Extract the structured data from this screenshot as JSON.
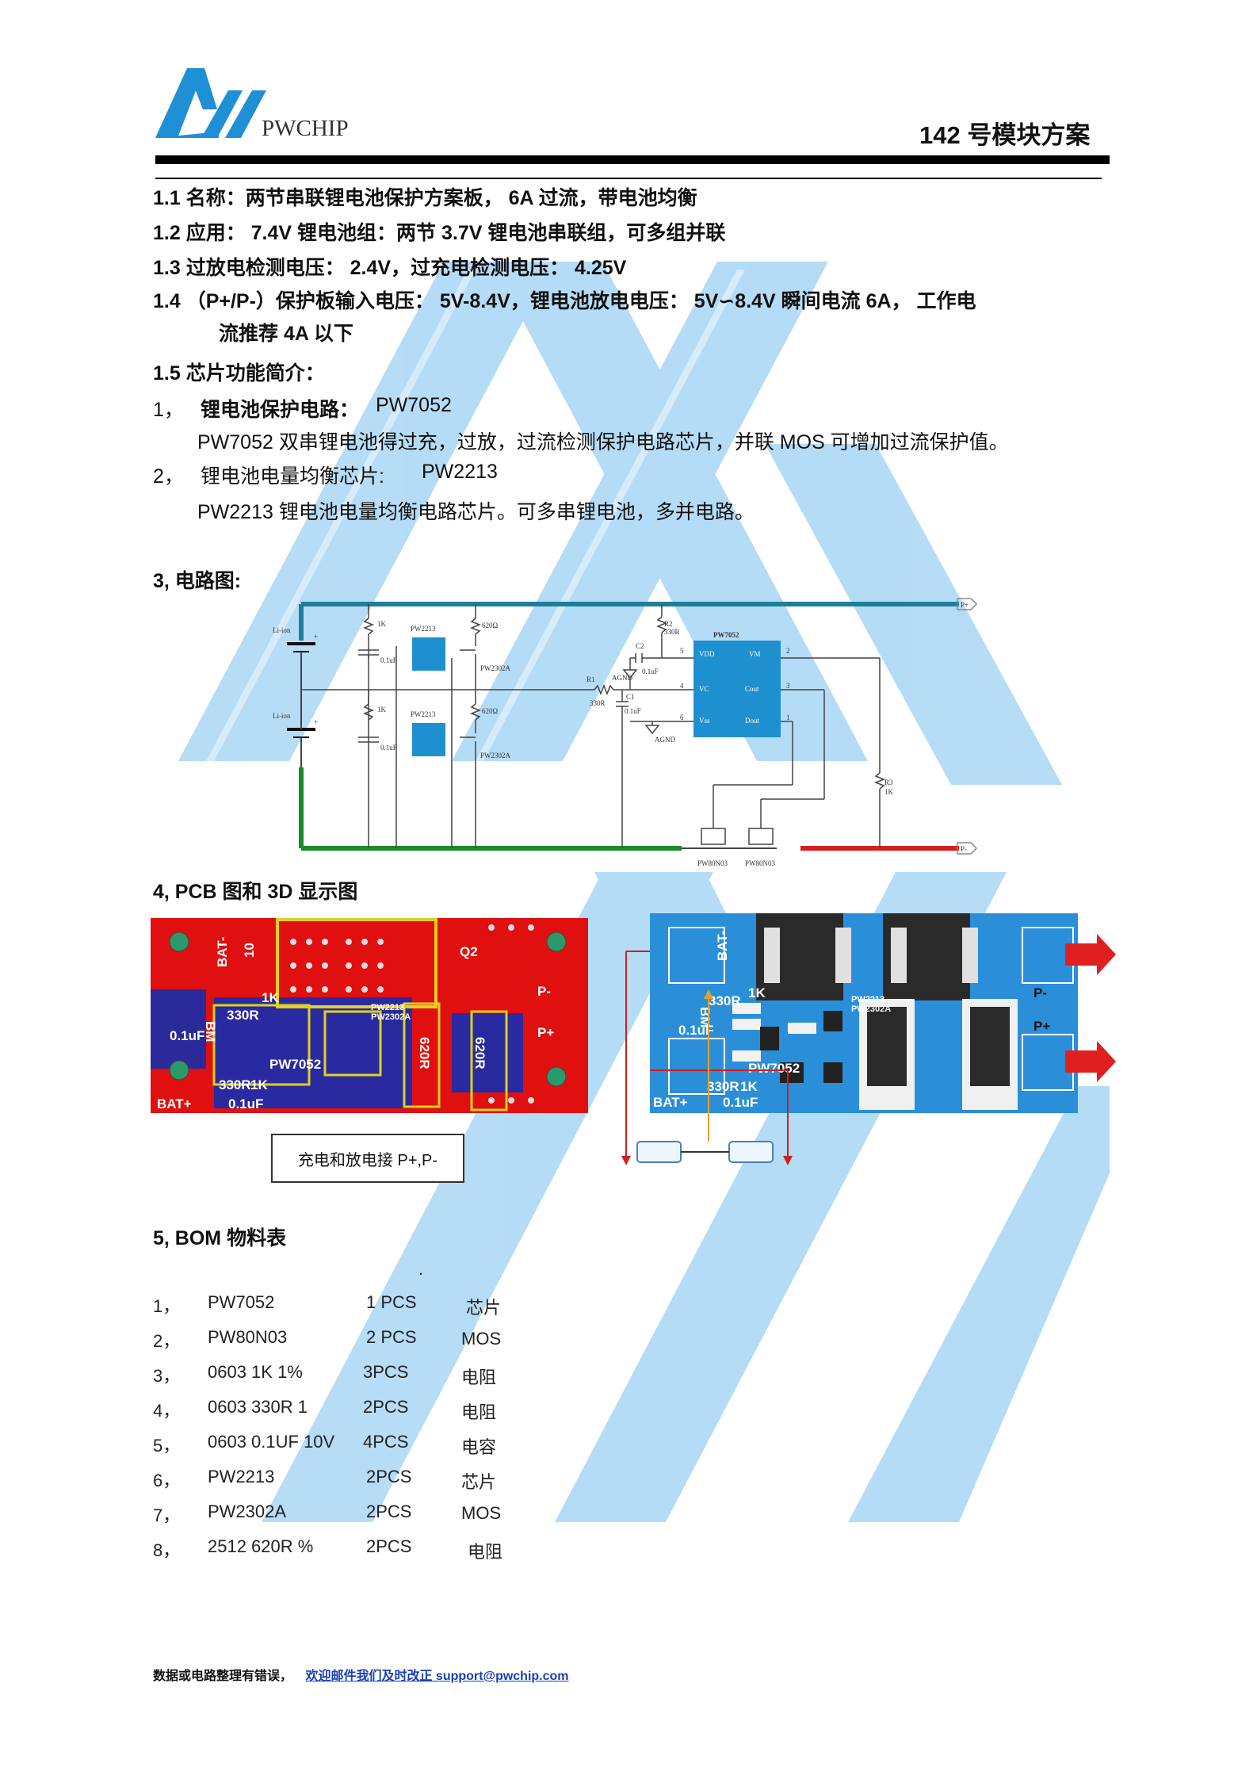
{
  "header": {
    "logo_text": "PWCHIP",
    "doc_title": "142 号模块方案"
  },
  "sections": {
    "s1_1": "1.1  名称：两节串联锂电池保护方案板，  6A 过流，带电池均衡",
    "s1_2": "1.2  应用：  7.4V 锂电池组：两节 3.7V 锂电池串联组，可多组并联",
    "s1_3": "1.3  过放电检测电压：  2.4V，过充电检测电压：  4.25V",
    "s1_4a": "1.4  （P+/P-）保护板输入电压：  5V-8.4V，锂电池放电电压：  5V∽8.4V  瞬间电流 6A，   工作电",
    "s1_4b": "流推荐 4A 以下",
    "s1_5": "1.5 芯片功能简介：",
    "chip1_num": "1，",
    "chip1_label": "锂电池保护电路：",
    "chip1_part": "PW7052",
    "chip1_desc": "PW7052 双串锂电池得过充，过放，过流检测保护电路芯片，并联 MOS 可增加过流保护值。",
    "chip2_num": "2，",
    "chip2_label": "锂电池电量均衡芯片:",
    "chip2_part": "PW2213",
    "chip2_desc": "PW2213 锂电池电量均衡电路芯片。可多串锂电池，多并电路。",
    "s3": "3,    电路图:",
    "s4": "4,    PCB 图和 3D 显示图",
    "s5": "5,    BOM 物料表"
  },
  "schematic": {
    "labels": {
      "pplus": "P+",
      "pminus": "P-",
      "liion1": "Li-ion",
      "liion2": "Li-ion",
      "r_1k_a": "1K",
      "r_1k_b": "1K",
      "pw2213_a": "PW2213",
      "pw2213_b": "PW2213",
      "r620_a": "620Ω",
      "r620_b": "620Ω",
      "cap01_a": "0.1uF",
      "cap01_b": "0.1uF",
      "pw2302a_a": "PW2302A",
      "pw2302a_b": "PW2302A",
      "r2": "R2",
      "r2v": "330R",
      "c2": "C2",
      "c2v": "0.1uF",
      "r1": "R1",
      "r1v": "330R",
      "c1": "C1",
      "c1v": "0.1uF",
      "agnd1": "AGND",
      "agnd2": "AGND",
      "pw7052": "PW7052",
      "vdd": "VDD",
      "vm": "VM",
      "vc": "VC",
      "cout": "Cout",
      "vss": "Vss",
      "dout": "Dout",
      "r3": "R3",
      "r3v": "1K",
      "pw80n03_a": "PW80N03",
      "pw80n03_b": "PW80N03",
      "pin5": "5",
      "pin4": "4",
      "pin6": "6",
      "pin2": "2",
      "pin3": "3",
      "pin1": "1",
      "plus1": "+",
      "plus2": "+"
    }
  },
  "pcb": {
    "left_labels": [
      "BAT-",
      "330R",
      "1K",
      "BM",
      "0.1uF",
      "PW7052",
      "330R",
      "1K",
      "BAT+",
      "0.1uF",
      "PW2213",
      "PW2302A",
      "Q2",
      "P-",
      "P+",
      "620R",
      "620R",
      "10"
    ],
    "right_labels": [
      "BAT-",
      "BM",
      "330R",
      "1K",
      "PW2213",
      "PW2302A",
      "0.1uF",
      "PW7052",
      "330R",
      "1K",
      "BAT+",
      "0.1uF",
      "P-",
      "P+"
    ],
    "caption": "充电和放电接 P+,P-"
  },
  "bom": {
    "dot": ".",
    "rows": [
      {
        "idx": "1，",
        "part": "PW7052",
        "qty": "1 PCS",
        "type": "芯片"
      },
      {
        "idx": "2，",
        "part": "PW80N03",
        "qty": "2 PCS",
        "type": "MOS"
      },
      {
        "idx": "3，",
        "part": "0603  1K 1%",
        "qty": "3PCS",
        "type": "电阻"
      },
      {
        "idx": "4，",
        "part": "0603  330R 1",
        "qty": "2PCS",
        "type": "电阻"
      },
      {
        "idx": "5，",
        "part": "0603  0.1UF 10V",
        "qty": "4PCS",
        "type": "电容"
      },
      {
        "idx": "6，",
        "part": "PW2213",
        "qty": "2PCS",
        "type": "芯片"
      },
      {
        "idx": "7，",
        "part": "PW2302A",
        "qty": "2PCS",
        "type": "MOS"
      },
      {
        "idx": "8，",
        "part": "2512  620R %",
        "qty": "2PCS",
        "type": "电阻"
      }
    ]
  },
  "footer": {
    "note": "数据或电路整理有错误，",
    "link": "欢迎邮件我们及时改正 support@pwchip.com"
  },
  "colors": {
    "logo_blue": "#1f8fd6",
    "watermark_blue": "#a9d6f5",
    "wire_blue": "#1f7f9a",
    "wire_green": "#1a8a2a",
    "wire_red": "#d42020",
    "pcb_red": "#e01010",
    "pcb_blue": "#2a8fd8",
    "chip_blue": "#1e90d0"
  }
}
